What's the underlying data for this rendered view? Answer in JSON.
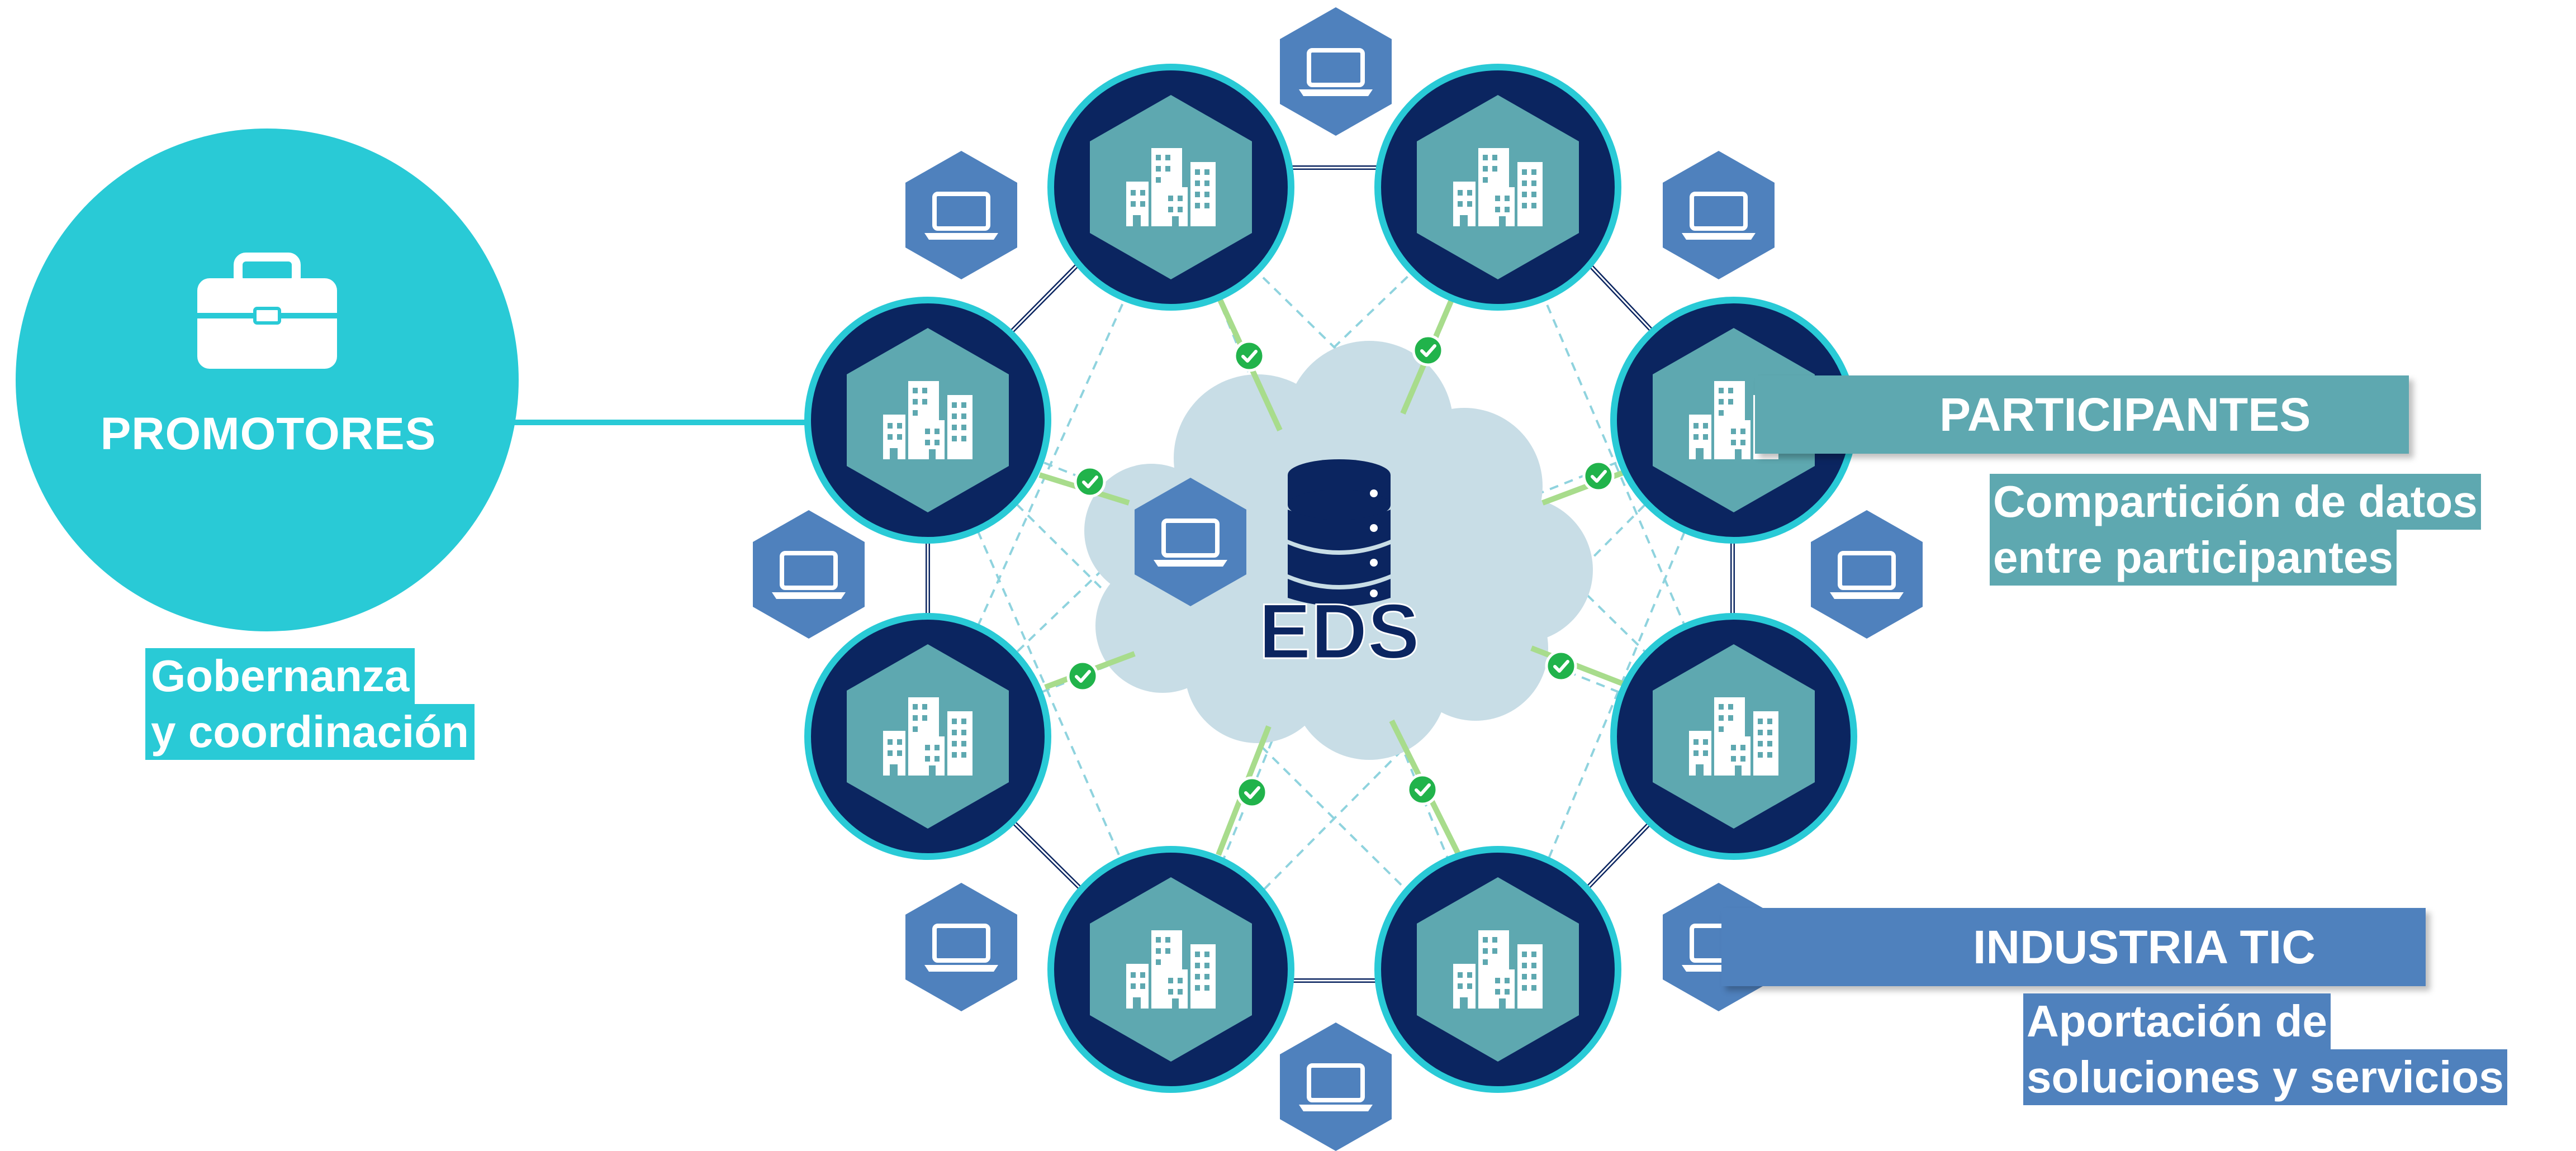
{
  "promotores": {
    "title": "PROMOTORES",
    "subtitle_line1": "Gobernanza",
    "subtitle_line2": " y coordinación",
    "icon": "briefcase-icon"
  },
  "center": {
    "label": "EDS",
    "icon": "database-icon"
  },
  "participantes": {
    "title": "PARTICIPANTES",
    "desc_line1": "Compartición de datos",
    "desc_line2": "entre participantes",
    "icon": "buildings-icon"
  },
  "industria": {
    "title": "INDUSTRIA TIC",
    "desc_line1": "Aportación de",
    "desc_line2": " soluciones y servicios",
    "icon": "laptop-icon"
  },
  "colors": {
    "teal": "#29cad6",
    "navy": "#0b2560",
    "hex_teal": "#5ea8b0",
    "blue": "#4f81bd",
    "cloud": "#c8dde6",
    "green": "#21b34b",
    "green_line": "#a8dc8c"
  }
}
